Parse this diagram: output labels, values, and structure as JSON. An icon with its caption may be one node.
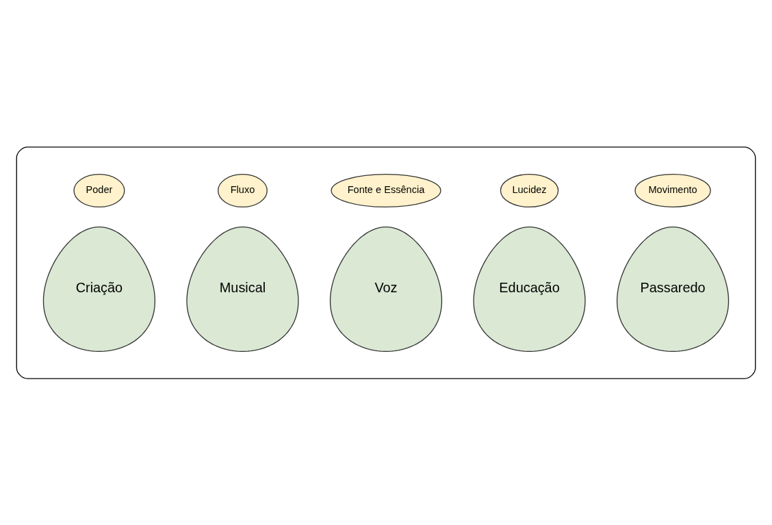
{
  "diagram": {
    "nodes": [
      {
        "text": [],
        "shape": "ellipse"
      },
      {
        "text": [
          "Movimento"
        ],
        "in": 0
      },
      {
        "text": [
          "Passaredo"
        ],
        "in": 0
      },
      {
        "text": [
          "Lucidez"
        ],
        "in": 0
      },
      {
        "text": [
          "Educação"
        ],
        "in": 0
      },
      {
        "text": [
          "Fonte e Essência"
        ],
        "in": 0
      },
      {
        "text": [
          "Voz"
        ],
        "in": 0
      },
      {
        "text": [
          "Fluxo"
        ],
        "in": 0
      },
      {
        "text": [
          "Musical"
        ],
        "in": 0
      },
      {
        "text": [
          "Poder"
        ],
        "in": 0
      },
      {
        "text": [
          "Criação"
        ],
        "in": 0
      }
    ]
  }
}
